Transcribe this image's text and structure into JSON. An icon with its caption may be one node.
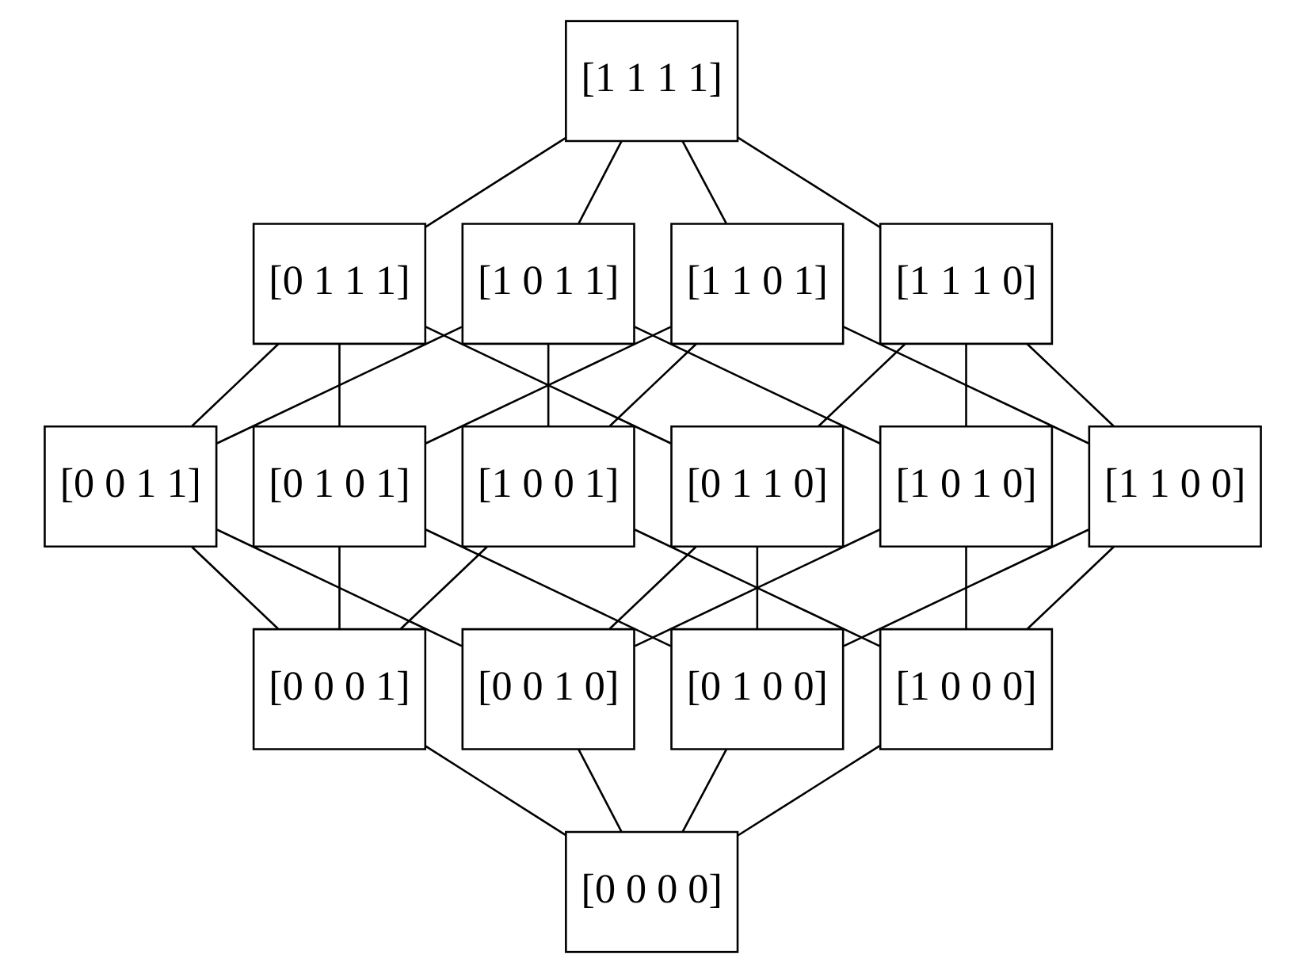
{
  "diagram": {
    "nodes": [
      {
        "text": [
          "[1 1 1 1]"
        ]
      },
      {
        "text": [
          "[0 1 1 1]"
        ]
      },
      {
        "text": [
          "[1 0 1 1]"
        ]
      },
      {
        "text": [
          "[1 1 0 1]"
        ]
      },
      {
        "text": [
          "[1 1 1 0]"
        ]
      },
      {
        "text": [
          "[0 0 1 1]"
        ]
      },
      {
        "text": [
          "[0 1 0 1]"
        ]
      },
      {
        "text": [
          "[1 0 0 1]"
        ]
      },
      {
        "text": [
          "[0 1 1 0]"
        ]
      },
      {
        "text": [
          "[1 0 1 0]"
        ]
      },
      {
        "text": [
          "[1 1 0 0]"
        ]
      },
      {
        "text": [
          "[0 0 0 1]"
        ]
      },
      {
        "text": [
          "[0 0 1 0]"
        ]
      },
      {
        "text": [
          "[0 1 0 0]"
        ]
      },
      {
        "text": [
          "[1 0 0 0]"
        ]
      },
      {
        "text": [
          "[0 0 0 0]"
        ]
      }
    ],
    "edges": [
      {
        "from": 0,
        "to": 1,
        "arrow": "none"
      },
      {
        "from": 0,
        "to": 2,
        "arrow": "none"
      },
      {
        "from": 0,
        "to": 3,
        "arrow": "none"
      },
      {
        "from": 0,
        "to": 4,
        "arrow": "none"
      },
      {
        "from": 1,
        "to": 5,
        "arrow": "none"
      },
      {
        "from": 1,
        "to": 6,
        "arrow": "none"
      },
      {
        "from": 1,
        "to": 8,
        "arrow": "none"
      },
      {
        "from": 2,
        "to": 5,
        "arrow": "none"
      },
      {
        "from": 2,
        "to": 7,
        "arrow": "none"
      },
      {
        "from": 2,
        "to": 9,
        "arrow": "none"
      },
      {
        "from": 3,
        "to": 6,
        "arrow": "none"
      },
      {
        "from": 3,
        "to": 7,
        "arrow": "none"
      },
      {
        "from": 3,
        "to": 10,
        "arrow": "none"
      },
      {
        "from": 4,
        "to": 8,
        "arrow": "none"
      },
      {
        "from": 4,
        "to": 9,
        "arrow": "none"
      },
      {
        "from": 4,
        "to": 10,
        "arrow": "none"
      },
      {
        "from": 5,
        "to": 11,
        "arrow": "none"
      },
      {
        "from": 5,
        "to": 12,
        "arrow": "none"
      },
      {
        "from": 6,
        "to": 11,
        "arrow": "none"
      },
      {
        "from": 6,
        "to": 13,
        "arrow": "none"
      },
      {
        "from": 7,
        "to": 11,
        "arrow": "none"
      },
      {
        "from": 7,
        "to": 14,
        "arrow": "none"
      },
      {
        "from": 8,
        "to": 12,
        "arrow": "none"
      },
      {
        "from": 8,
        "to": 13,
        "arrow": "none"
      },
      {
        "from": 9,
        "to": 12,
        "arrow": "none"
      },
      {
        "from": 9,
        "to": 14,
        "arrow": "none"
      },
      {
        "from": 10,
        "to": 13,
        "arrow": "none"
      },
      {
        "from": 10,
        "to": 14,
        "arrow": "none"
      },
      {
        "from": 11,
        "to": 15,
        "arrow": "none"
      },
      {
        "from": 12,
        "to": 15,
        "arrow": "none"
      },
      {
        "from": 13,
        "to": 15,
        "arrow": "none"
      },
      {
        "from": 14,
        "to": 15,
        "arrow": "none"
      }
    ]
  }
}
